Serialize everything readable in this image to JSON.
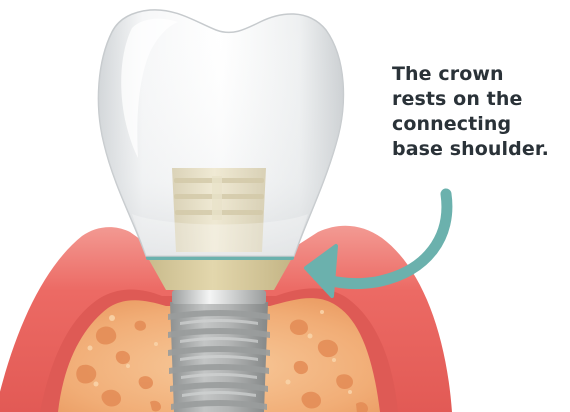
{
  "caption": {
    "lines": [
      "The crown",
      "rests on the",
      "connecting",
      "base shoulder."
    ]
  },
  "colors": {
    "gum": "#ec6a64",
    "gum_light": "#f3918b",
    "bone": "#f2b27c",
    "bone_pore": "#e58f57",
    "crown": "#eceeef",
    "abutment": "#e8dfc2",
    "shoulder": "#6bb1ad",
    "arrow": "#6bb1ad",
    "implant": "#a9abab",
    "text": "#2a3238"
  },
  "icons": {
    "pointer": "curved-arrow-icon"
  }
}
